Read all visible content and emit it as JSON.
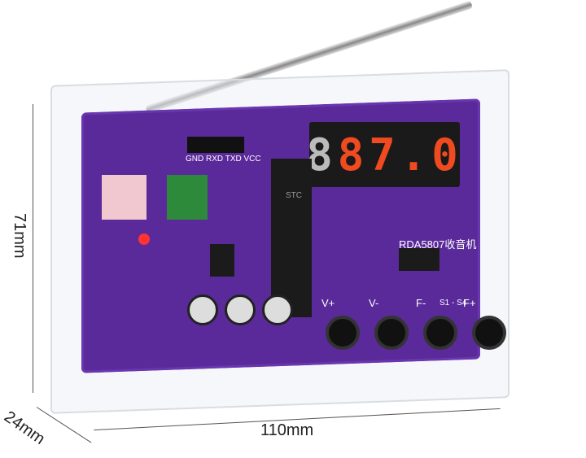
{
  "dimensions": {
    "height": "71mm",
    "width": "110mm",
    "depth": "24mm"
  },
  "display": {
    "digits_off": "8",
    "digits_on": "87.0"
  },
  "board": {
    "title": "RDA5807收音机",
    "header_pins": "GND RXD TXD VCC",
    "buttons": [
      "V+",
      "V-",
      "F-",
      "F+"
    ],
    "switch_label": "S1 - S4",
    "chip_label": "STC"
  },
  "colors": {
    "pcb": "#5a2a9a",
    "display_on": "#f04a20"
  }
}
